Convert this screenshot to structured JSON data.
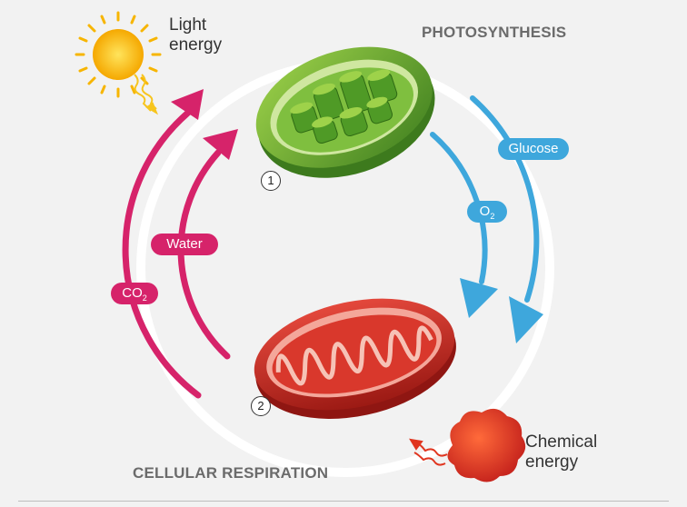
{
  "photosynthesis_title": "PHOTOSYNTHESIS",
  "respiration_title": "CELLULAR RESPIRATION",
  "light_energy": {
    "line1": "Light",
    "line2": "energy"
  },
  "chemical_energy": {
    "line1": "Chemical",
    "line2": "energy"
  },
  "labels": {
    "glucose": "Glucose",
    "oxygen_base": "O",
    "oxygen_sub": "2",
    "water": "Water",
    "co2_base": "CO",
    "co2_sub": "2"
  },
  "markers": {
    "chloroplast": "1",
    "mitochondrion": "2"
  },
  "colors": {
    "pink_arrow": "#d6236a",
    "blue_arrow": "#3ea7dc",
    "chloroplast": "#6bb033",
    "mitochondrion": "#c8261e",
    "sun": "#f7b500",
    "chemical_blob": "#e0351f"
  }
}
